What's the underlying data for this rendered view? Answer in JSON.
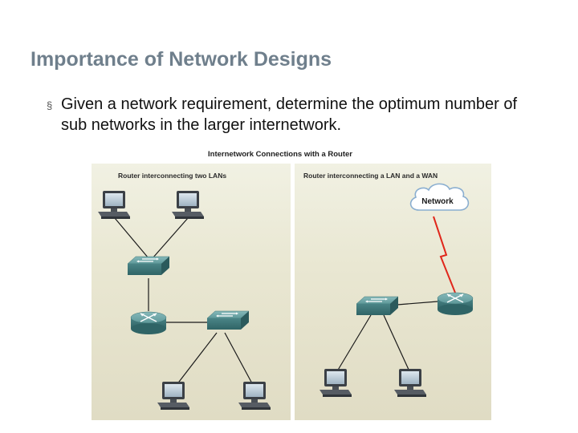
{
  "slide": {
    "title": "Importance of Network Designs",
    "bullet_marker": "§",
    "bullet": "Given a network requirement, determine the optimum number of sub networks in the larger internetwork."
  },
  "figure": {
    "title": "Internetwork Connections with a Router",
    "left_panel": {
      "title": "Router interconnecting two LANs"
    },
    "right_panel": {
      "title": "Router interconnecting a LAN and a WAN",
      "cloud_label": "Network"
    }
  },
  "colors": {
    "title": "#6f7f8c",
    "device_teal": "#4f8c8e",
    "wan_link": "#e0271b"
  }
}
